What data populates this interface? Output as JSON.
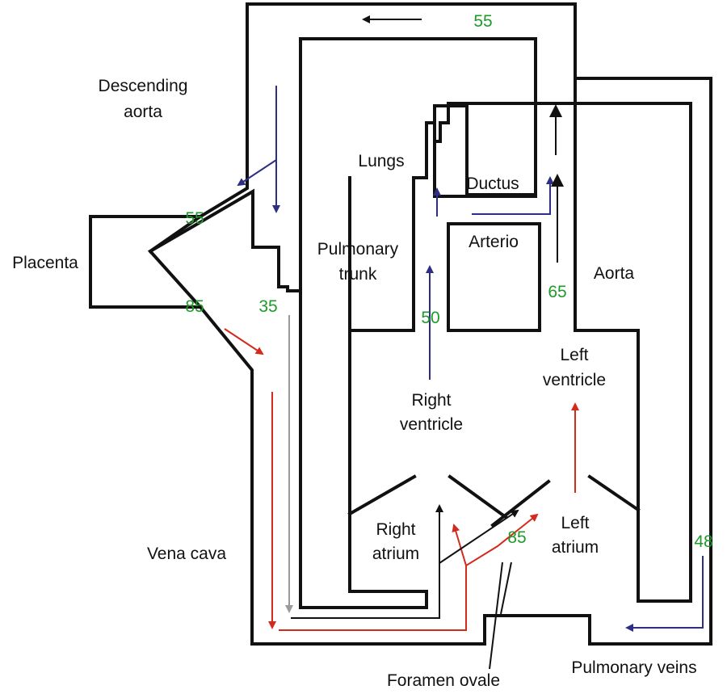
{
  "colors": {
    "wall": "#111111",
    "saturation_value": "#1f9a2a",
    "oxygenated": "#d42a1e",
    "deoxygenated": "#2d2f84",
    "mixed": "#9a9a9a",
    "neutral": "#111111"
  },
  "labels": {
    "descending_aorta_1": "Descending",
    "descending_aorta_2": "aorta",
    "placenta": "Placenta",
    "lungs": "Lungs",
    "ductus": "Ductus",
    "arterio": "Arterio",
    "pulmonary_trunk_1": "Pulmonary",
    "pulmonary_trunk_2": "trunk",
    "aorta": "Aorta",
    "left_ventricle_1": "Left",
    "left_ventricle_2": "ventricle",
    "right_ventricle_1": "Right",
    "right_ventricle_2": "ventricle",
    "right_atrium_1": "Right",
    "right_atrium_2": "atrium",
    "left_atrium_1": "Left",
    "left_atrium_2": "atrium",
    "vena_cava": "Vena cava",
    "foramen_ovale": "Foramen ovale",
    "pulmonary_veins": "Pulmonary veins"
  },
  "values": {
    "pulmonary_artery_top": "55",
    "umbilical_arteries": "55",
    "umbilical_vein": "85",
    "vena_cava": "35",
    "right_ventricle": "50",
    "aorta": "65",
    "foramen_ovale": "85",
    "pulmonary_veins": "48"
  }
}
